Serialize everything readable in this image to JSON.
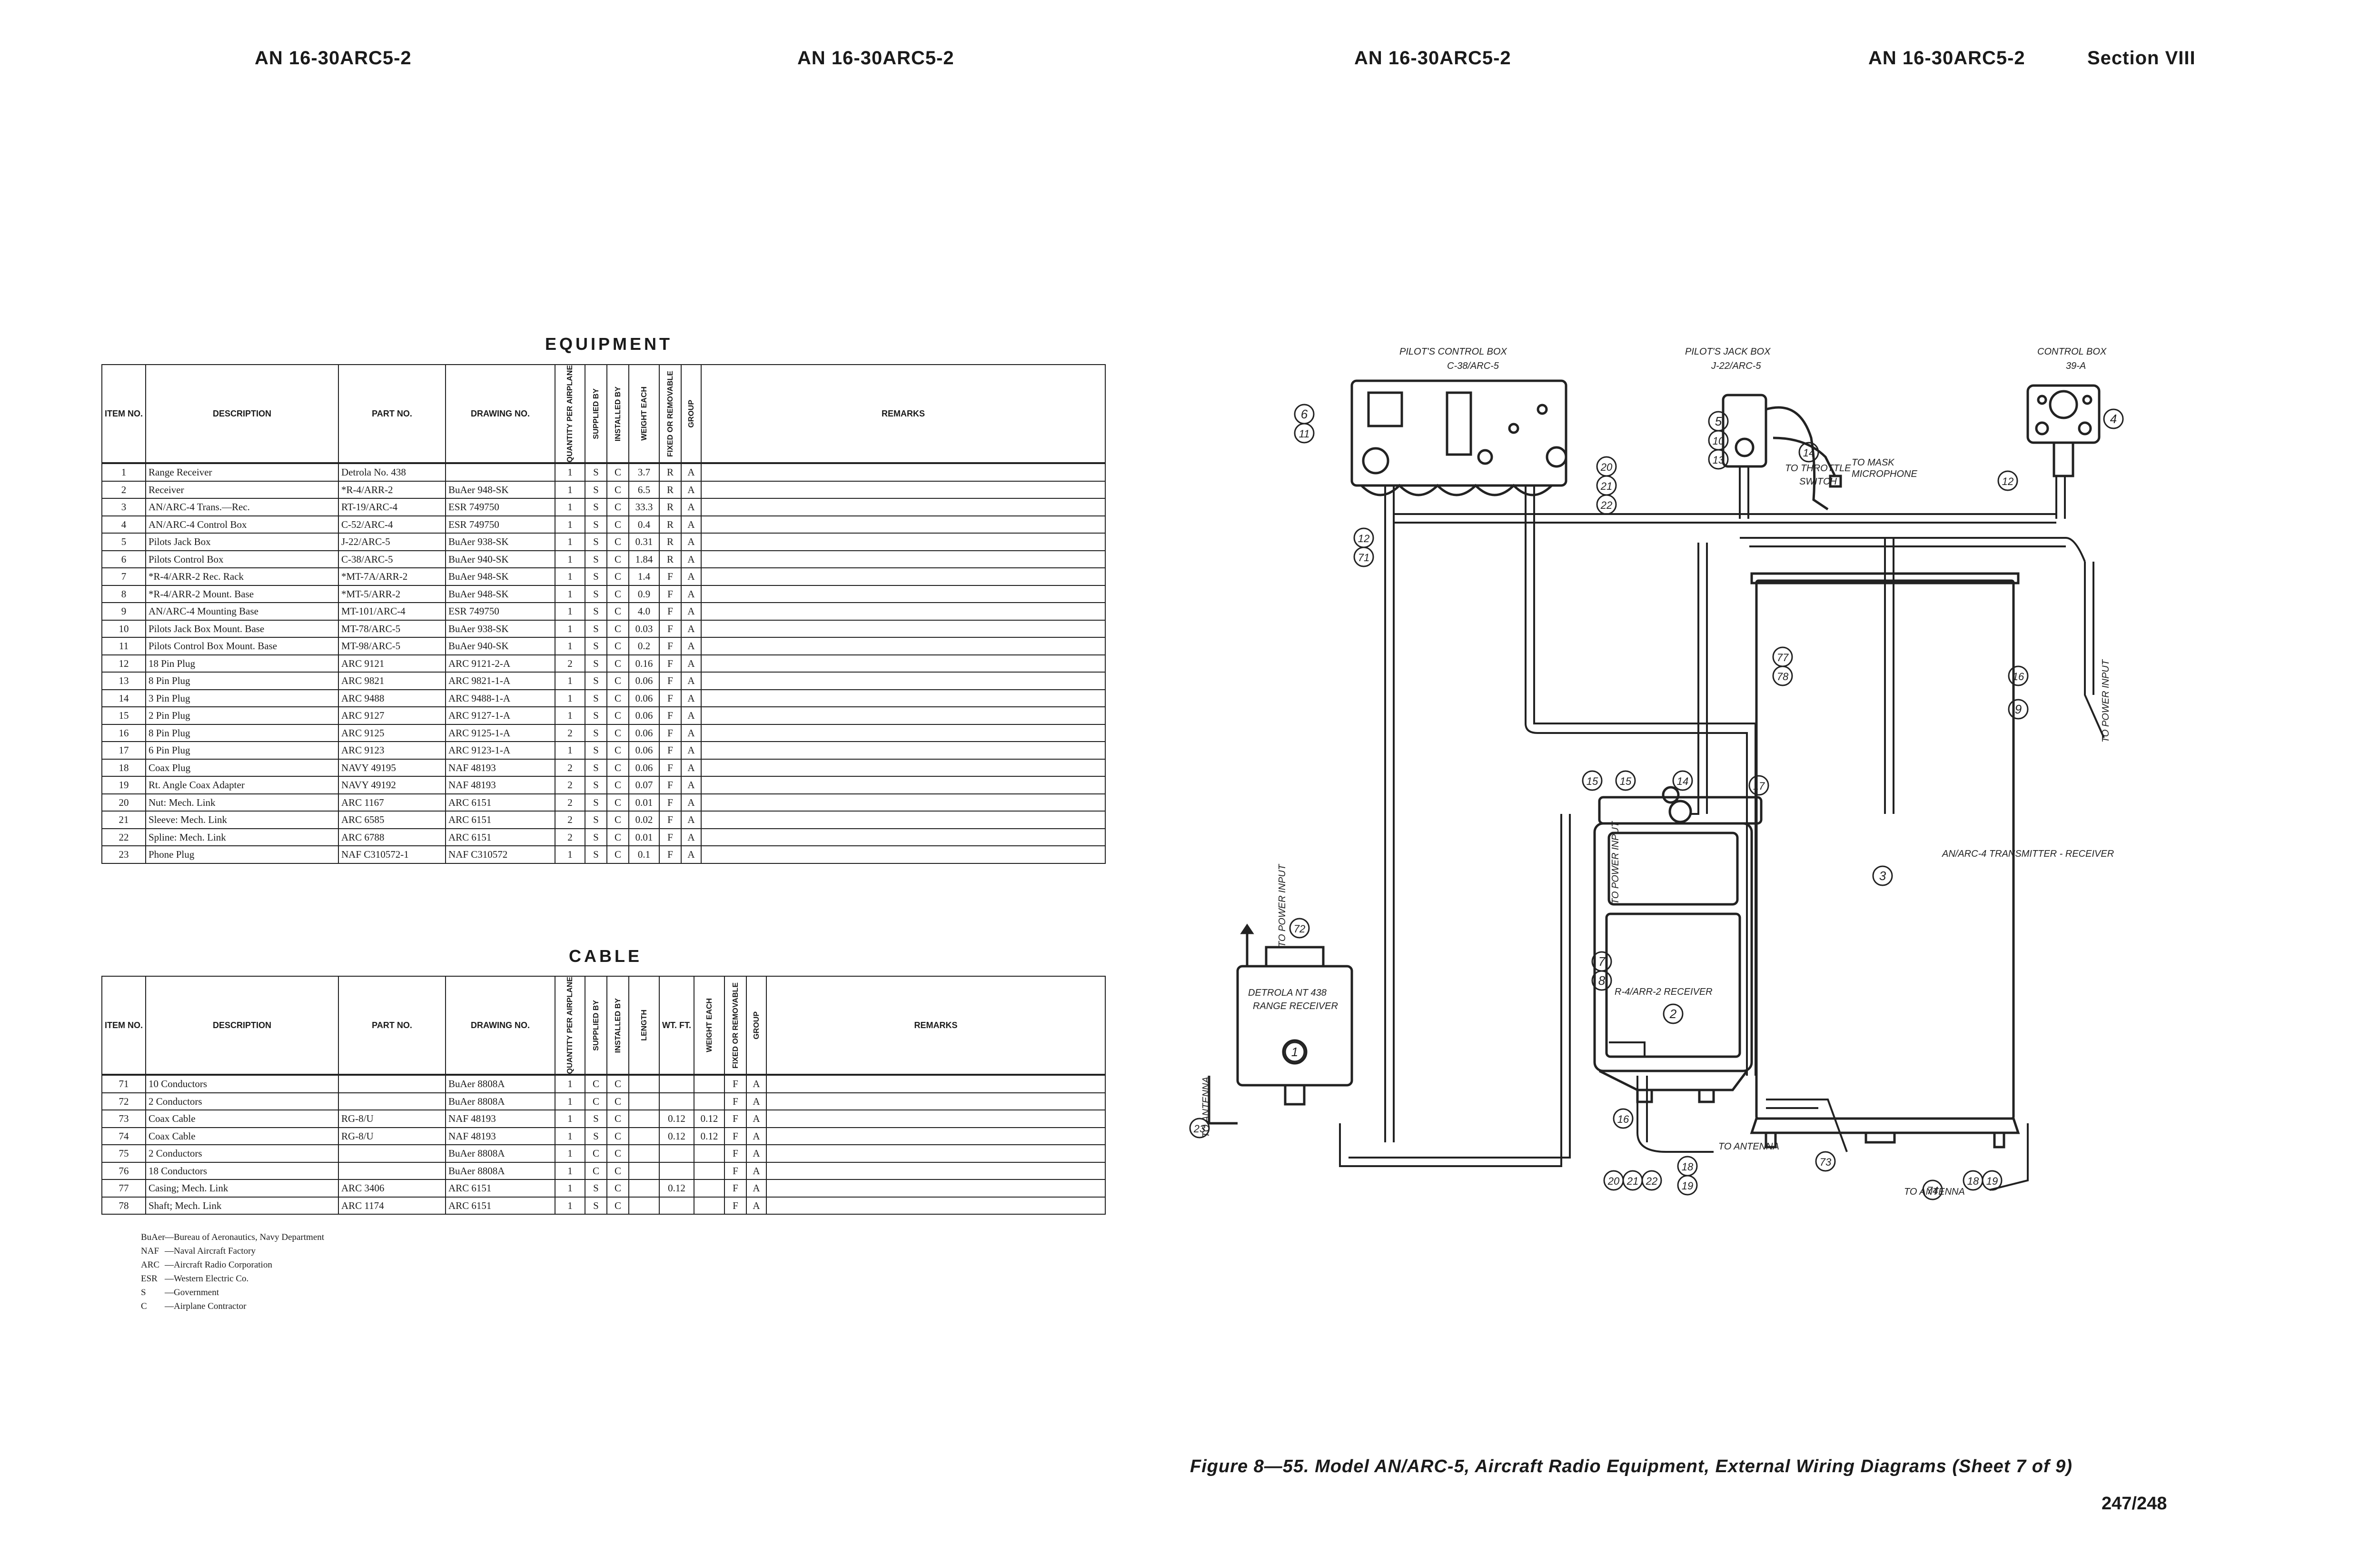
{
  "headers": {
    "h1": "AN 16-30ARC5-2",
    "h2": "AN 16-30ARC5-2",
    "h3": "AN 16-30ARC5-2",
    "h4": "AN 16-30ARC5-2",
    "section": "Section VIII"
  },
  "equipment": {
    "title": "EQUIPMENT",
    "columns": [
      "ITEM NO.",
      "DESCRIPTION",
      "PART NO.",
      "DRAWING NO.",
      "QUANTITY PER AIRPLANE",
      "SUPPLIED BY",
      "INSTALLED BY",
      "WEIGHT EACH",
      "FIXED OR REMOVABLE",
      "GROUP",
      "REMARKS"
    ],
    "rows": [
      [
        "1",
        "Range Receiver",
        "Detrola No. 438",
        "",
        "1",
        "S",
        "C",
        "3.7",
        "R",
        "A"
      ],
      [
        "2",
        "Receiver",
        "*R-4/ARR-2",
        "BuAer 948-SK",
        "1",
        "S",
        "C",
        "6.5",
        "R",
        "A"
      ],
      [
        "3",
        "AN/ARC-4 Trans.—Rec.",
        "RT-19/ARC-4",
        "ESR 749750",
        "1",
        "S",
        "C",
        "33.3",
        "R",
        "A"
      ],
      [
        "4",
        "AN/ARC-4 Control Box",
        "C-52/ARC-4",
        "ESR 749750",
        "1",
        "S",
        "C",
        "0.4",
        "R",
        "A"
      ],
      [
        "5",
        "Pilots Jack Box",
        "J-22/ARC-5",
        "BuAer 938-SK",
        "1",
        "S",
        "C",
        "0.31",
        "R",
        "A"
      ],
      [
        "6",
        "Pilots Control Box",
        "C-38/ARC-5",
        "BuAer 940-SK",
        "1",
        "S",
        "C",
        "1.84",
        "R",
        "A"
      ],
      [
        "7",
        "*R-4/ARR-2 Rec. Rack",
        "*MT-7A/ARR-2",
        "BuAer 948-SK",
        "1",
        "S",
        "C",
        "1.4",
        "F",
        "A"
      ],
      [
        "8",
        "*R-4/ARR-2 Mount. Base",
        "*MT-5/ARR-2",
        "BuAer 948-SK",
        "1",
        "S",
        "C",
        "0.9",
        "F",
        "A"
      ],
      [
        "9",
        "AN/ARC-4 Mounting Base",
        "MT-101/ARC-4",
        "ESR 749750",
        "1",
        "S",
        "C",
        "4.0",
        "F",
        "A"
      ],
      [
        "10",
        "Pilots Jack Box Mount. Base",
        "MT-78/ARC-5",
        "BuAer 938-SK",
        "1",
        "S",
        "C",
        "0.03",
        "F",
        "A"
      ],
      [
        "11",
        "Pilots Control Box Mount. Base",
        "MT-98/ARC-5",
        "BuAer 940-SK",
        "1",
        "S",
        "C",
        "0.2",
        "F",
        "A"
      ],
      [
        "12",
        "18 Pin Plug",
        "ARC 9121",
        "ARC 9121-2-A",
        "2",
        "S",
        "C",
        "0.16",
        "F",
        "A"
      ],
      [
        "13",
        "8 Pin Plug",
        "ARC 9821",
        "ARC 9821-1-A",
        "1",
        "S",
        "C",
        "0.06",
        "F",
        "A"
      ],
      [
        "14",
        "3 Pin Plug",
        "ARC 9488",
        "ARC 9488-1-A",
        "1",
        "S",
        "C",
        "0.06",
        "F",
        "A"
      ],
      [
        "15",
        "2 Pin Plug",
        "ARC 9127",
        "ARC 9127-1-A",
        "1",
        "S",
        "C",
        "0.06",
        "F",
        "A"
      ],
      [
        "16",
        "8 Pin Plug",
        "ARC 9125",
        "ARC 9125-1-A",
        "2",
        "S",
        "C",
        "0.06",
        "F",
        "A"
      ],
      [
        "17",
        "6 Pin Plug",
        "ARC 9123",
        "ARC 9123-1-A",
        "1",
        "S",
        "C",
        "0.06",
        "F",
        "A"
      ],
      [
        "18",
        "Coax Plug",
        "NAVY 49195",
        "NAF 48193",
        "2",
        "S",
        "C",
        "0.06",
        "F",
        "A"
      ],
      [
        "19",
        "Rt. Angle Coax Adapter",
        "NAVY 49192",
        "NAF 48193",
        "2",
        "S",
        "C",
        "0.07",
        "F",
        "A"
      ],
      [
        "20",
        "Nut: Mech. Link",
        "ARC 1167",
        "ARC 6151",
        "2",
        "S",
        "C",
        "0.01",
        "F",
        "A"
      ],
      [
        "21",
        "Sleeve: Mech. Link",
        "ARC 6585",
        "ARC 6151",
        "2",
        "S",
        "C",
        "0.02",
        "F",
        "A"
      ],
      [
        "22",
        "Spline: Mech. Link",
        "ARC 6788",
        "ARC 6151",
        "2",
        "S",
        "C",
        "0.01",
        "F",
        "A"
      ],
      [
        "23",
        "Phone Plug",
        "NAF C310572-1",
        "NAF C310572",
        "1",
        "S",
        "C",
        "0.1",
        "F",
        "A"
      ]
    ]
  },
  "cable": {
    "title": "CABLE",
    "columns": [
      "ITEM NO.",
      "DESCRIPTION",
      "PART NO.",
      "DRAWING NO.",
      "QUANTITY PER AIRPLANE",
      "SUPPLIED BY",
      "INSTALLED BY",
      "LENGTH",
      "WT. FT.",
      "WEIGHT EACH",
      "FIXED OR REMOVABLE",
      "GROUP",
      "REMARKS"
    ],
    "rows": [
      [
        "71",
        "10 Conductors",
        "",
        "BuAer 8808A",
        "1",
        "C",
        "C",
        "",
        "",
        "",
        "F",
        "A"
      ],
      [
        "72",
        "2 Conductors",
        "",
        "BuAer 8808A",
        "1",
        "C",
        "C",
        "",
        "",
        "",
        "F",
        "A"
      ],
      [
        "73",
        "Coax Cable",
        "RG-8/U",
        "NAF 48193",
        "1",
        "S",
        "C",
        "",
        "0.12",
        "0.12",
        "F",
        "A"
      ],
      [
        "74",
        "Coax Cable",
        "RG-8/U",
        "NAF 48193",
        "1",
        "S",
        "C",
        "",
        "0.12",
        "0.12",
        "F",
        "A"
      ],
      [
        "75",
        "2 Conductors",
        "",
        "BuAer 8808A",
        "1",
        "C",
        "C",
        "",
        "",
        "",
        "F",
        "A"
      ],
      [
        "76",
        "18 Conductors",
        "",
        "BuAer 8808A",
        "1",
        "C",
        "C",
        "",
        "",
        "",
        "F",
        "A"
      ],
      [
        "77",
        "Casing; Mech. Link",
        "ARC 3406",
        "ARC 6151",
        "1",
        "S",
        "C",
        "",
        "0.12",
        "",
        "F",
        "A"
      ],
      [
        "78",
        "Shaft; Mech. Link",
        "ARC 1174",
        "ARC 6151",
        "1",
        "S",
        "C",
        "",
        "",
        "",
        "F",
        "A"
      ]
    ]
  },
  "legend": [
    [
      "BuAer",
      "—Bureau of Aeronautics, Navy Department"
    ],
    [
      "NAF",
      "—Naval Aircraft Factory"
    ],
    [
      "ARC",
      "—Aircraft Radio Corporation"
    ],
    [
      "ESR",
      "—Western Electric Co."
    ],
    [
      "S",
      "—Government"
    ],
    [
      "C",
      "—Airplane Contractor"
    ]
  ],
  "diagram": {
    "labels": {
      "pilots_control_box": "PILOT'S CONTROL BOX",
      "pilots_control_box_model": "C-38/ARC-5",
      "pilots_jack_box": "PILOT'S JACK BOX",
      "pilots_jack_box_model": "J-22/ARC-5",
      "control_box": "CONTROL BOX",
      "control_box_model": "39-A",
      "to_throttle": "TO THROTTLE",
      "switch": "SWITCH",
      "to_mask": "TO MASK",
      "microphone": "MICROPHONE",
      "to_power_input_right": "TO POWER INPUT",
      "to_power_input_mid": "TO POWER INPUT",
      "to_power_input_left": "TO POWER INPUT",
      "transmitter": "AN/ARC-4 TRANSMITTER - RECEIVER",
      "receiver": "R-4/ARR-2 RECEIVER",
      "range_receiver_1": "DETROLA NT 438",
      "range_receiver_2": "RANGE RECEIVER",
      "to_antenna_left": "TO ANTENNA",
      "to_antenna_mid": "TO ANTENNA",
      "to_antenna_right": "TO ANTENNA"
    }
  },
  "figure_caption": "Figure 8—55. Model AN/ARC-5, Aircraft Radio Equipment, External Wiring Diagrams (Sheet 7 of 9)",
  "page_number": "247/248"
}
